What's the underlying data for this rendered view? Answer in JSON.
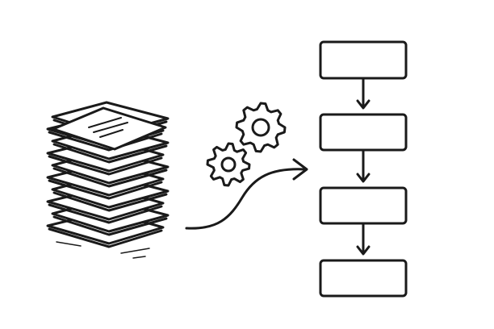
{
  "colors": {
    "ink": "#1a1a1a",
    "paper": "#ffffff",
    "background": "#ffffff"
  },
  "diagram": {
    "nodes": [
      {
        "id": "document-stack",
        "icon": "document-stack-icon"
      },
      {
        "id": "gears",
        "icon": "gears-icon"
      },
      {
        "id": "process-arrow",
        "icon": "curved-arrow-icon"
      },
      {
        "id": "flow-step-1"
      },
      {
        "id": "flow-step-2"
      },
      {
        "id": "flow-step-3"
      },
      {
        "id": "flow-step-4"
      }
    ],
    "edges": [
      {
        "from": "document-stack",
        "to": "flow-step-1",
        "via": "gears"
      },
      {
        "from": "flow-step-1",
        "to": "flow-step-2"
      },
      {
        "from": "flow-step-2",
        "to": "flow-step-3"
      },
      {
        "from": "flow-step-3",
        "to": "flow-step-4"
      }
    ]
  }
}
